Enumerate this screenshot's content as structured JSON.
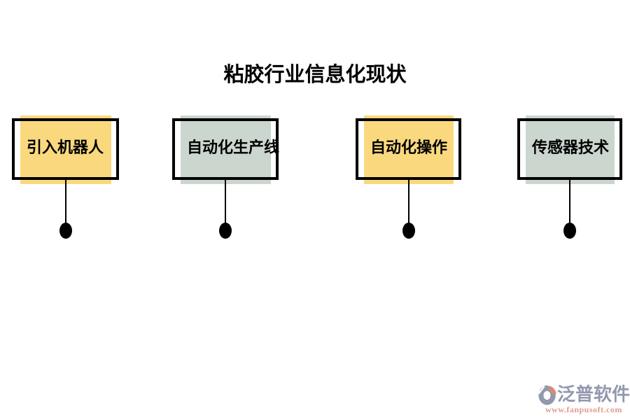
{
  "title": "粘胶行业信息化现状",
  "nodes": [
    {
      "label": "引入机器人",
      "fill": "#FAD87E"
    },
    {
      "label": "自动化生产线",
      "fill": "#CBD6CE"
    },
    {
      "label": "自动化操作",
      "fill": "#FAD87E"
    },
    {
      "label": "传感器技术",
      "fill": "#CBD6CE"
    }
  ],
  "colors": {
    "yellow_fill": "#FAD87E",
    "green_fill": "#CBD6CE",
    "box_border": "#000000",
    "connector": "#000000",
    "background": "#FFFFFF"
  },
  "watermark": {
    "brand": "泛普软件",
    "url": "www.fanpusoft.com",
    "brand_color": "#9299AC",
    "url_color": "#E49A8D",
    "logo_gray": "#9299AC",
    "logo_salmon": "#D98B76"
  }
}
